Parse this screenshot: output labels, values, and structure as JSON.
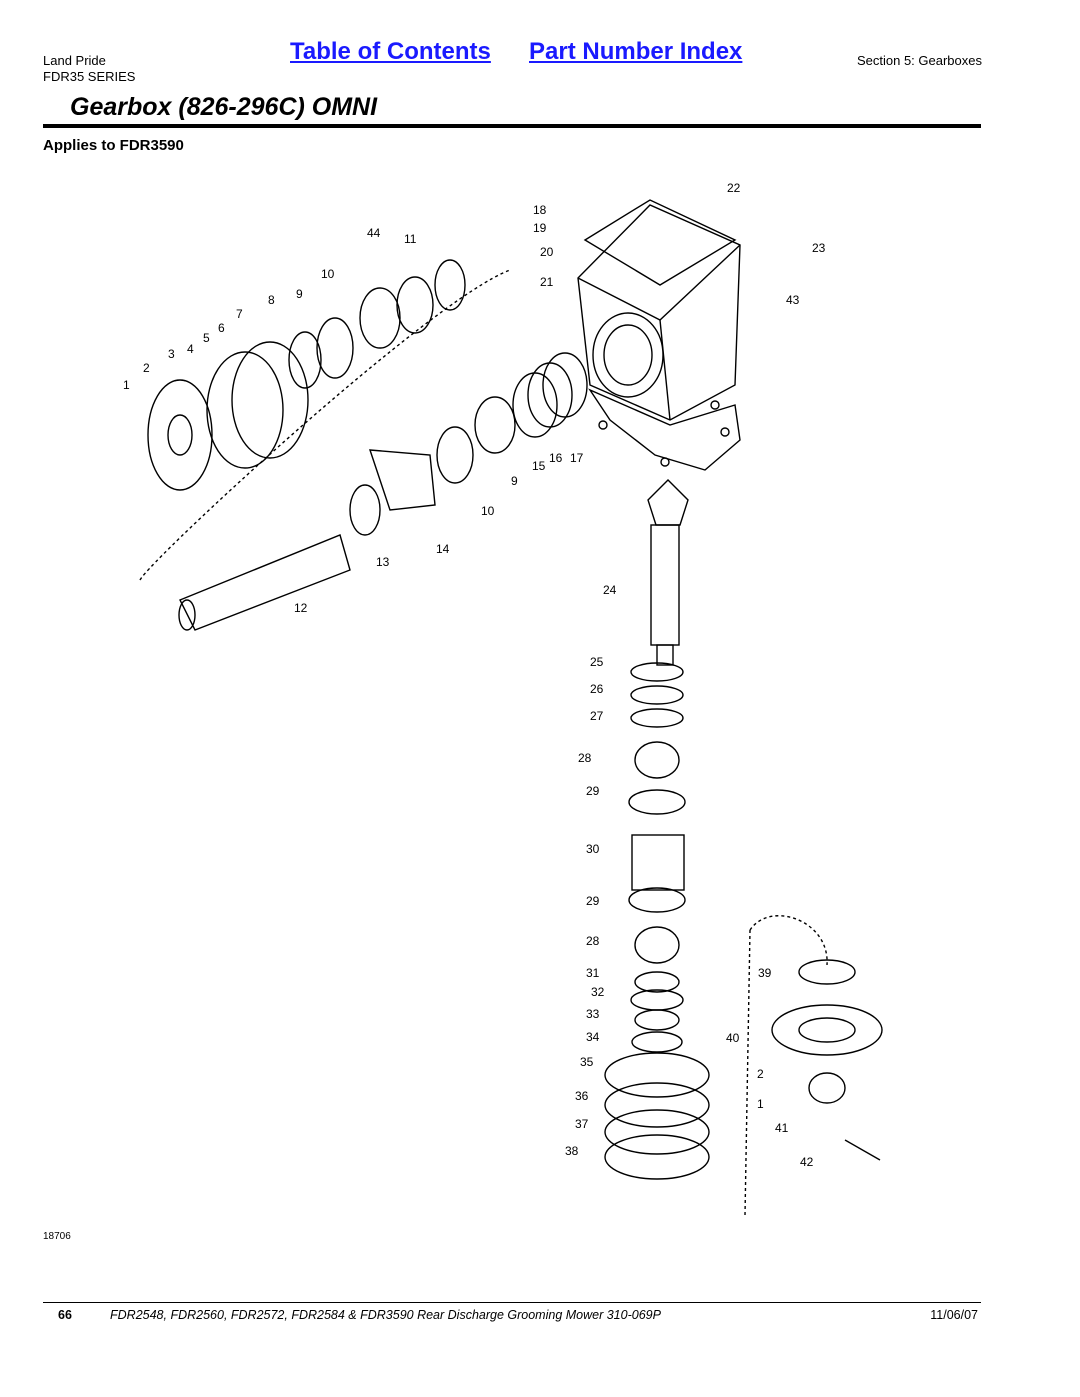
{
  "header": {
    "brand": "Land Pride",
    "series": "FDR35 SERIES",
    "toc_link": "Table of Contents",
    "index_link": "Part Number Index",
    "section": "Section 5: Gearboxes"
  },
  "page_title": "Gearbox (826-296C) OMNI",
  "applies_to": "Applies to FDR3590",
  "figure": {
    "id": "18706",
    "callouts": [
      "1",
      "2",
      "3",
      "4",
      "5",
      "6",
      "7",
      "8",
      "9",
      "10",
      "11",
      "12",
      "13",
      "14",
      "15",
      "16",
      "17",
      "18",
      "19",
      "20",
      "21",
      "22",
      "23",
      "24",
      "25",
      "26",
      "27",
      "28",
      "29",
      "30",
      "31",
      "32",
      "33",
      "34",
      "35",
      "36",
      "37",
      "38",
      "39",
      "40",
      "41",
      "42",
      "43",
      "44"
    ]
  },
  "footer": {
    "page_number": "66",
    "doc_title": "FDR2548, FDR2560, FDR2572, FDR2584 & FDR3590 Rear Discharge Grooming Mower 310-069P",
    "date": "11/06/07"
  }
}
